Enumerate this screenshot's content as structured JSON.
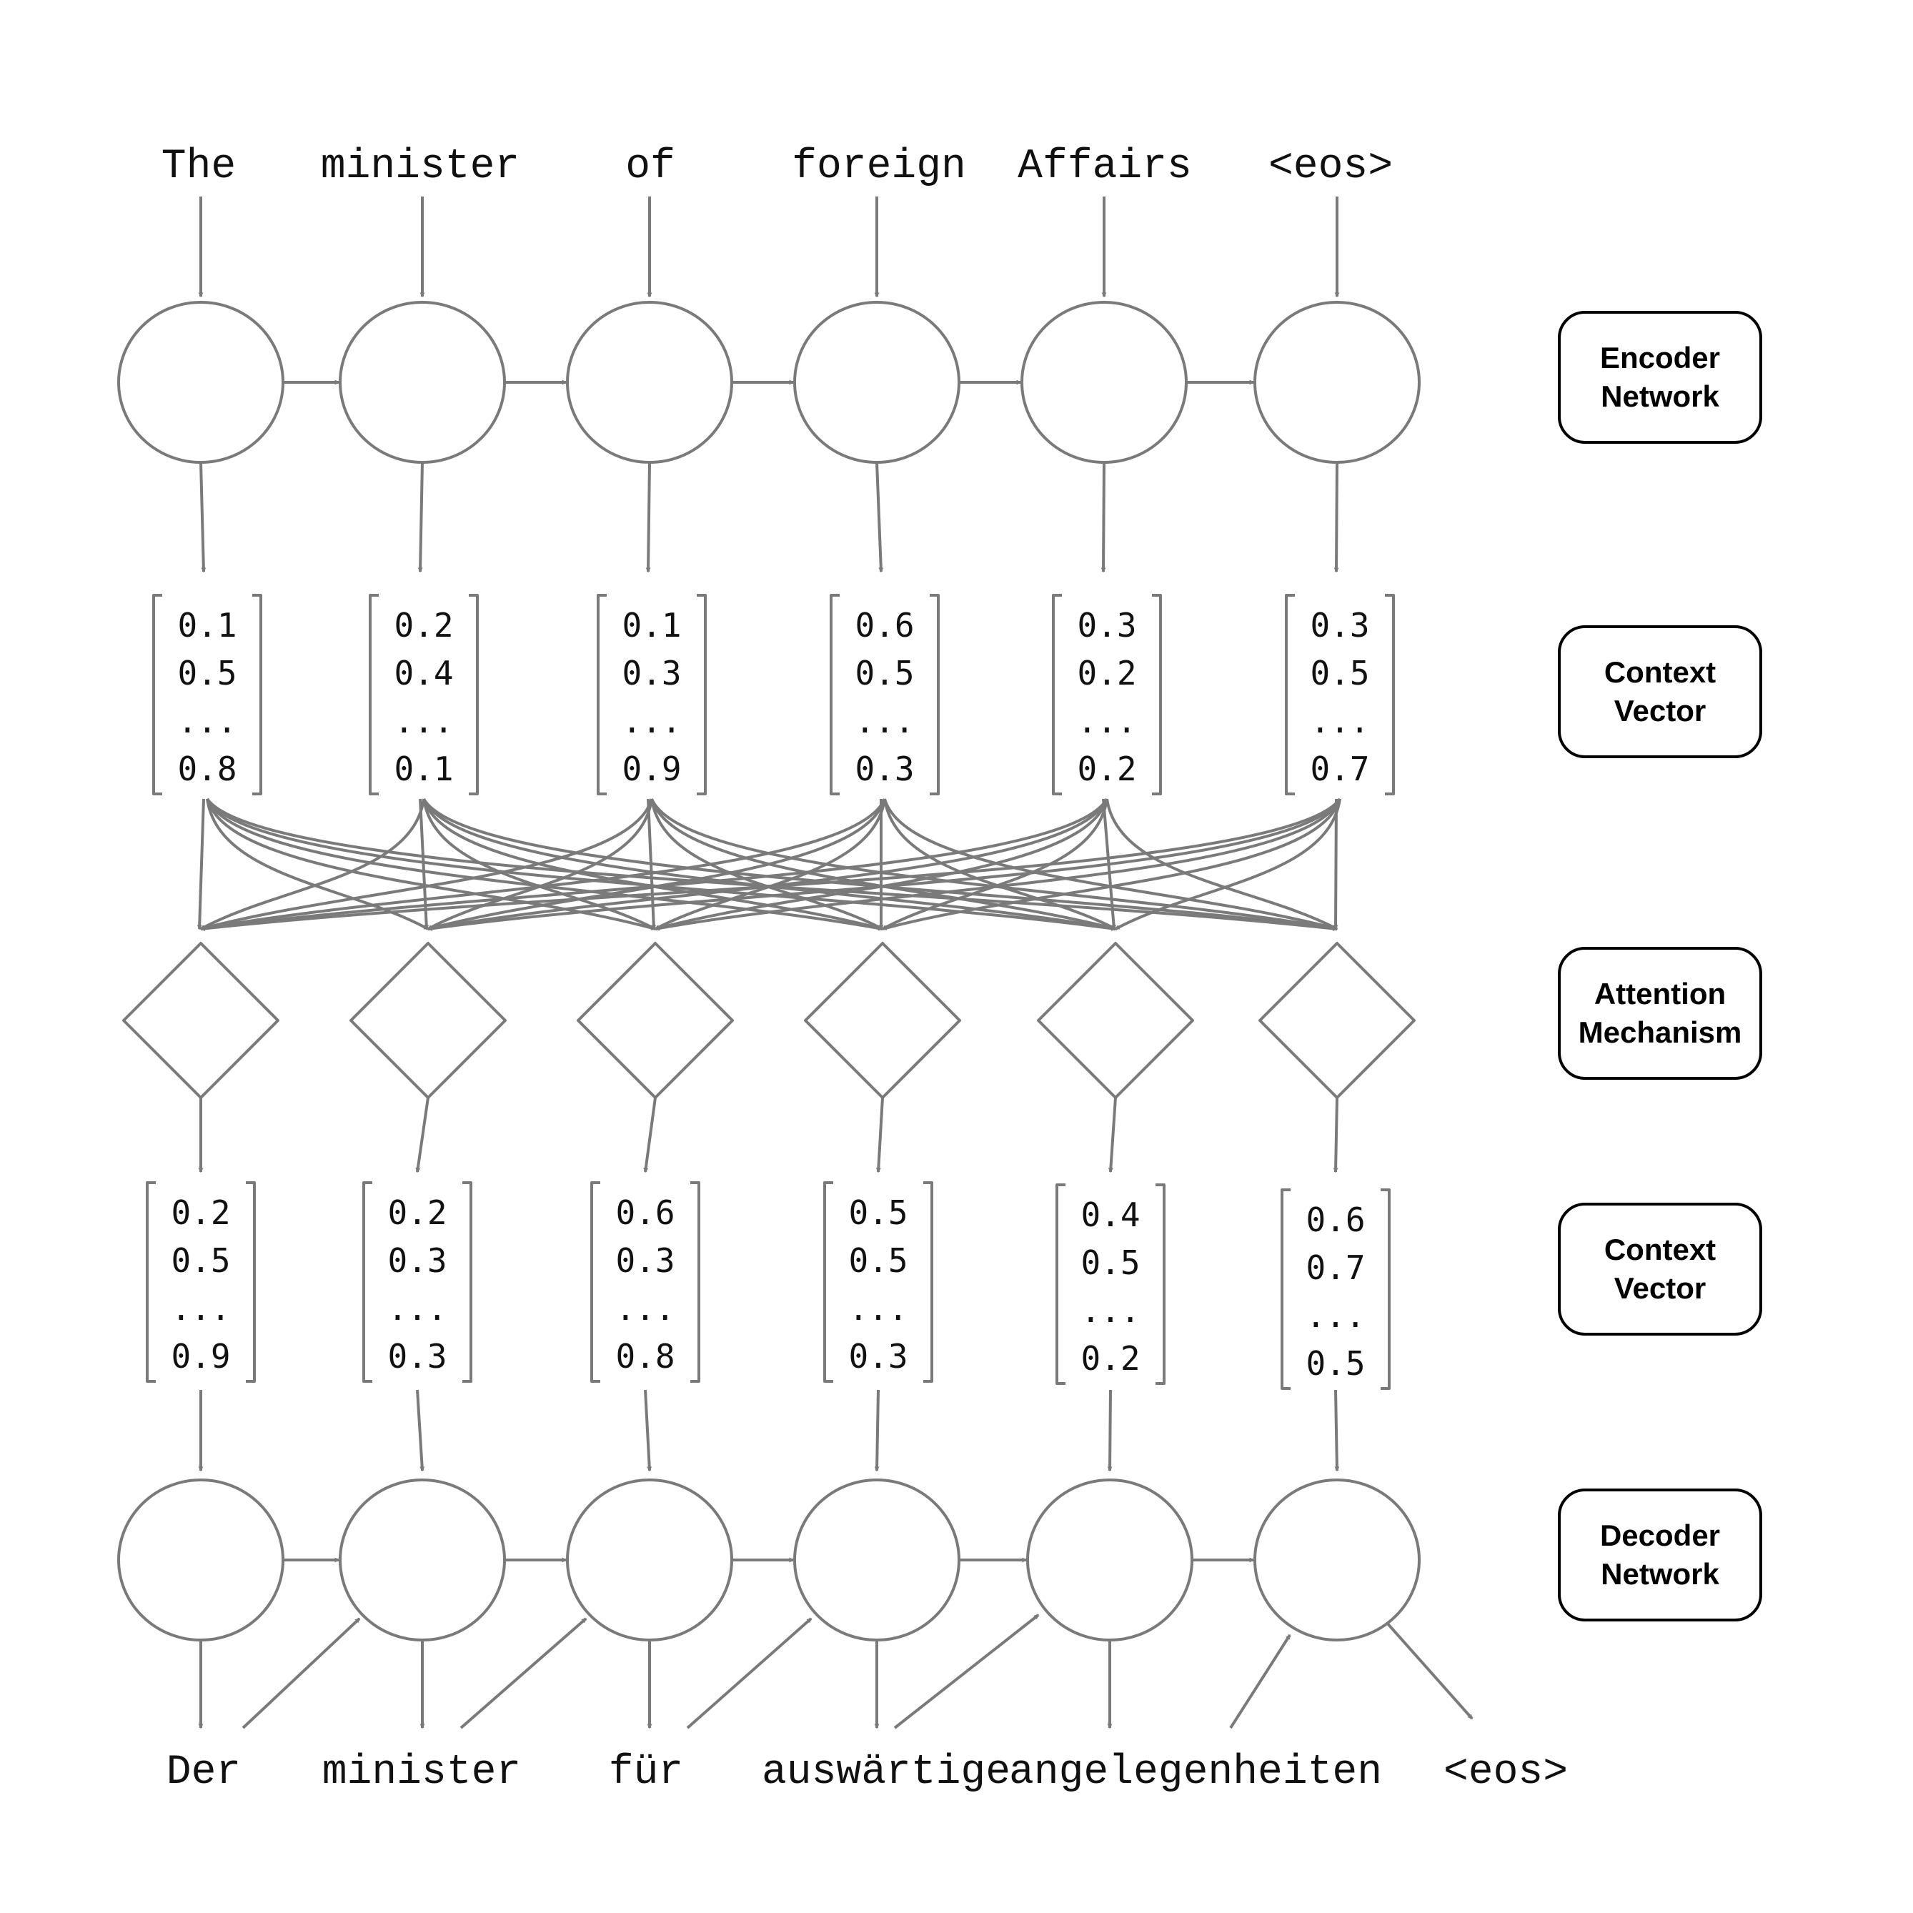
{
  "colors": {
    "stroke": "#7a7a7a",
    "text": "#111111",
    "label_border": "#000000"
  },
  "input_tokens": [
    "The",
    "minister",
    "of",
    "foreign",
    "Affairs",
    "<eos>"
  ],
  "output_tokens": [
    "Der",
    "minister",
    "für",
    "auswärtige",
    "angelegenheiten",
    "<eos>"
  ],
  "encoder_context_vectors": [
    [
      "0.1",
      "0.5",
      "...",
      "0.8"
    ],
    [
      "0.2",
      "0.4",
      "...",
      "0.1"
    ],
    [
      "0.1",
      "0.3",
      "...",
      "0.9"
    ],
    [
      "0.6",
      "0.5",
      "...",
      "0.3"
    ],
    [
      "0.3",
      "0.2",
      "...",
      "0.2"
    ],
    [
      "0.3",
      "0.5",
      "...",
      "0.7"
    ]
  ],
  "attention_context_vectors": [
    [
      "0.2",
      "0.5",
      "...",
      "0.9"
    ],
    [
      "0.2",
      "0.3",
      "...",
      "0.3"
    ],
    [
      "0.6",
      "0.3",
      "...",
      "0.8"
    ],
    [
      "0.5",
      "0.5",
      "...",
      "0.3"
    ],
    [
      "0.4",
      "0.5",
      "...",
      "0.2"
    ],
    [
      "0.6",
      "0.7",
      "...",
      "0.5"
    ]
  ],
  "row_labels": {
    "encoder": [
      "Encoder",
      "Network"
    ],
    "context_top": [
      "Context",
      "Vector"
    ],
    "attention": [
      "Attention",
      "Mechanism"
    ],
    "context_bottom": [
      "Context",
      "Vector"
    ],
    "decoder": [
      "Decoder",
      "Network"
    ]
  }
}
